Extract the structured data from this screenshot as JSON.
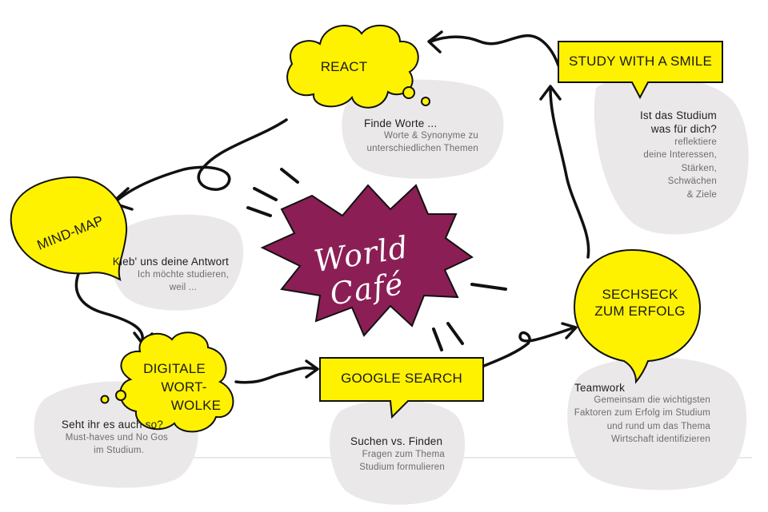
{
  "title": "World Café",
  "colors": {
    "accent_yellow": "#FFF200",
    "center_burst": "#8B1E55",
    "blob_gray": "#EAE8E8",
    "ink": "#111111"
  },
  "stations": {
    "react": {
      "label": "REACT",
      "heading": "Finde Worte ...",
      "line1": "Worte & Synonyme zu",
      "line2": "unterschiedlichen Themen"
    },
    "study": {
      "label": "STUDY WITH A SMILE",
      "heading1": "Ist das Studium",
      "heading2": "was für dich?",
      "line1": "reflektiere",
      "line2": "deine Interessen,",
      "line3": "Stärken,",
      "line4": "Schwächen",
      "line5": "& Ziele"
    },
    "mindmap": {
      "label": "MIND-MAP",
      "heading": "Kleb' uns deine Antwort",
      "line1": "Ich möchte studieren,",
      "line2": "weil ..."
    },
    "wortwolke": {
      "label1": "DIGITALE",
      "label2": "WORT-",
      "label3": "WOLKE",
      "heading": "Seht ihr es auch so?",
      "line1": "Must-haves und No Gos",
      "line2": "im Studium."
    },
    "google": {
      "label": "GOOGLE SEARCH",
      "heading": "Suchen vs. Finden",
      "line1": "Fragen zum Thema",
      "line2": "Studium formulieren"
    },
    "sechseck": {
      "label1": "SECHSECK",
      "label2": "ZUM ERFOLG",
      "heading": "Teamwork",
      "line1": "Gemeinsam die wichtigsten",
      "line2": "Faktoren zum Erfolg im Studium",
      "line3": "und rund um das Thema",
      "line4": "Wirtschaft identifizieren"
    }
  }
}
